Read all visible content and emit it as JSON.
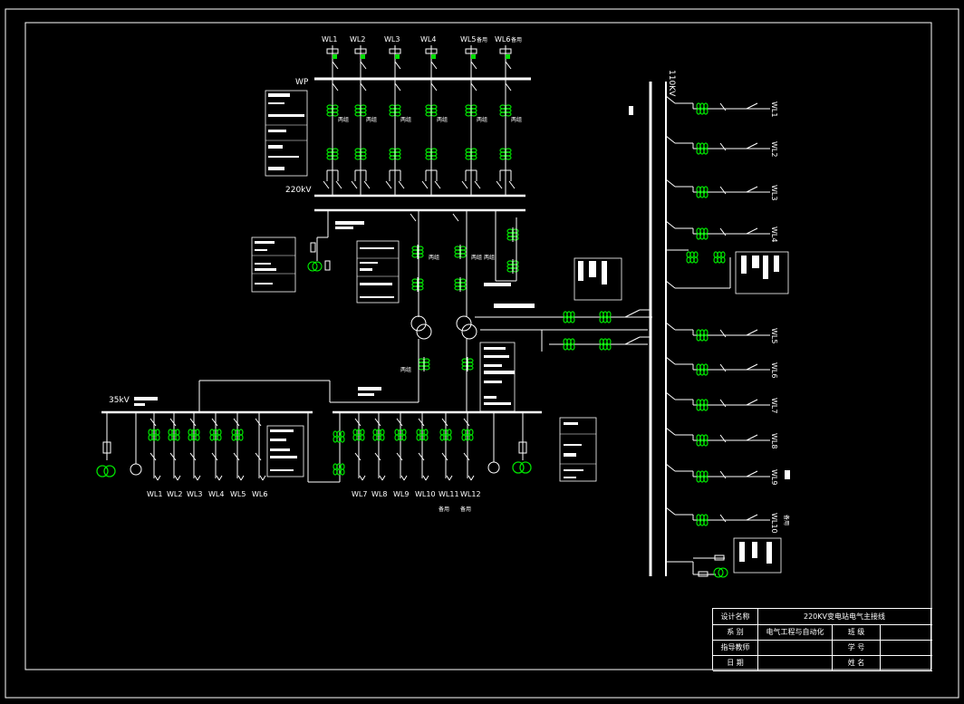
{
  "colors": {
    "background": "#000000",
    "line": "#ffffff",
    "accent": "#00e000"
  },
  "bus_labels": {
    "wp": "WP",
    "kv220": "220kV",
    "kv35": "35kV",
    "kv110": "110KV"
  },
  "feeders_220": [
    "WL1",
    "WL2",
    "WL3",
    "WL4",
    "WL5",
    "WL6"
  ],
  "feeders_220_spare_tags": [
    "",
    "",
    "",
    "",
    "备用",
    "备用"
  ],
  "breaker_note": "两组",
  "feeders_35_left": [
    "WL1",
    "WL2",
    "WL3",
    "WL4",
    "WL5",
    "WL6"
  ],
  "feeders_35_right": [
    "WL7",
    "WL8",
    "WL9",
    "WL10",
    "WL11",
    "WL12"
  ],
  "spare_label": "备用",
  "feeders_110": [
    "WL1",
    "WL2",
    "WL3",
    "WL4",
    "WL5",
    "WL6",
    "WL7",
    "WL8",
    "WL9",
    "WL10"
  ],
  "feeder_110_spare": "备用",
  "title_block": {
    "design_name_label": "设计名称",
    "design_name_value": "220KV变电站电气主接线",
    "dept_label": "系 别",
    "dept_value": "电气工程与自动化",
    "class_label": "班 级",
    "class_value": "",
    "advisor_label": "指导教师",
    "advisor_value": "",
    "student_id_label": "学 号",
    "student_id_value": "",
    "date_label": "日 期",
    "date_value": "",
    "name_label": "姓 名",
    "name_value": ""
  }
}
